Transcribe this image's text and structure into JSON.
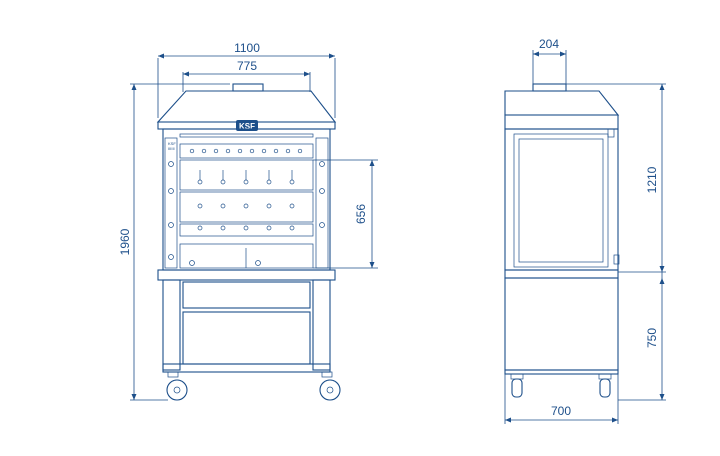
{
  "brand_badge": "KSF",
  "front_view": {
    "width_overall": "1100",
    "width_inner": "775",
    "height_overall": "1960",
    "height_spits": "656"
  },
  "side_view": {
    "exhaust_width": "204",
    "height_upper": "1210",
    "height_lower": "750",
    "depth": "700"
  }
}
